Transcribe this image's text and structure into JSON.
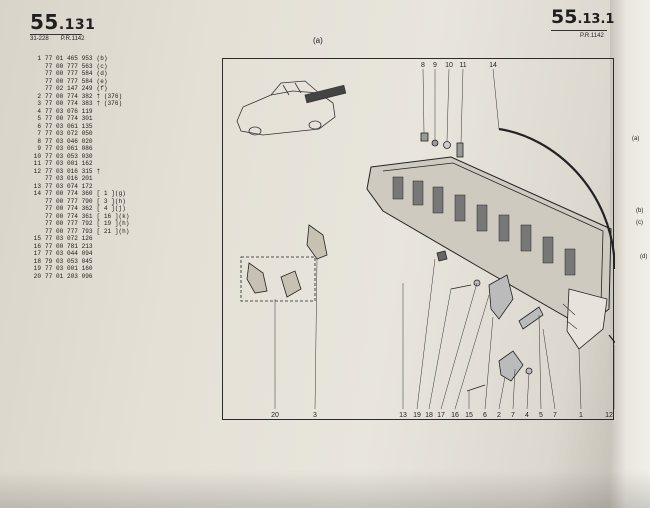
{
  "header_left": {
    "code": "55",
    "code_sub": ".131",
    "ref1": "31-228",
    "ref2": "P.R.1142"
  },
  "header_right": {
    "code": "55",
    "code_sub": ".13.1",
    "ref": "P.R.1142"
  },
  "figure_label": "(a)",
  "parts": [
    {
      "num": "1",
      "ref": "77 01 465 953",
      "note": "(b)"
    },
    {
      "num": "",
      "ref": "77 00 777 563",
      "note": "(c)"
    },
    {
      "num": "",
      "ref": "77 00 777 584",
      "note": "(d)"
    },
    {
      "num": "",
      "ref": "77 00 777 584",
      "note": "(e)"
    },
    {
      "num": "",
      "ref": "77 02 147 249",
      "note": "(f)"
    },
    {
      "num": "2",
      "ref": "77 00 774 382",
      "note": "† (376)"
    },
    {
      "num": "3",
      "ref": "77 00 774 383",
      "note": "† (376)"
    },
    {
      "num": "4",
      "ref": "77 03 076 119",
      "note": ""
    },
    {
      "num": "5",
      "ref": "77 00 774 301",
      "note": ""
    },
    {
      "num": "6",
      "ref": "77 03 061 135",
      "note": ""
    },
    {
      "num": "7",
      "ref": "77 03 072 050",
      "note": ""
    },
    {
      "num": "8",
      "ref": "77 03 046 020",
      "note": ""
    },
    {
      "num": "9",
      "ref": "77 03 061 086",
      "note": ""
    },
    {
      "num": "10",
      "ref": "77 03 053 030",
      "note": ""
    },
    {
      "num": "11",
      "ref": "77 03 001 162",
      "note": ""
    },
    {
      "num": "12",
      "ref": "77 03 016 315",
      "note": "†"
    },
    {
      "num": "",
      "ref": "77 03 016 201",
      "note": ""
    },
    {
      "num": "13",
      "ref": "77 03 074 172",
      "note": ""
    },
    {
      "num": "14",
      "ref": "77 00 774 360",
      "note": "[ 1 ](g)"
    },
    {
      "num": "",
      "ref": "77 00 777 790",
      "note": "[ 3 ](h)"
    },
    {
      "num": "",
      "ref": "77 00 774 362",
      "note": "[ 4 ](j)"
    },
    {
      "num": "",
      "ref": "77 00 774 361",
      "note": "[ 16 ](k)"
    },
    {
      "num": "",
      "ref": "77 00 777 792",
      "note": "[ 19 ](h)"
    },
    {
      "num": "",
      "ref": "77 00 777 793",
      "note": "[ 21 ](h)"
    },
    {
      "num": "15",
      "ref": "77 03 072 126",
      "note": ""
    },
    {
      "num": "16",
      "ref": "77 00 781 213",
      "note": ""
    },
    {
      "num": "17",
      "ref": "77 03 044 094",
      "note": ""
    },
    {
      "num": "18",
      "ref": "79 03 053 045",
      "note": ""
    },
    {
      "num": "19",
      "ref": "77 03 001 160",
      "note": ""
    },
    {
      "num": "20",
      "ref": "77 01 203 096",
      "note": ""
    }
  ],
  "callouts_top": [
    "8",
    "9",
    "10",
    "11",
    "14"
  ],
  "callouts_bottom": [
    "20",
    "3",
    "13",
    "19",
    "18",
    "17",
    "16",
    "15",
    "6",
    "2",
    "7",
    "4",
    "5",
    "7",
    "1",
    "12"
  ],
  "right_margin_labels": [
    "(a)",
    "(b)",
    "(c)",
    "(d)"
  ]
}
